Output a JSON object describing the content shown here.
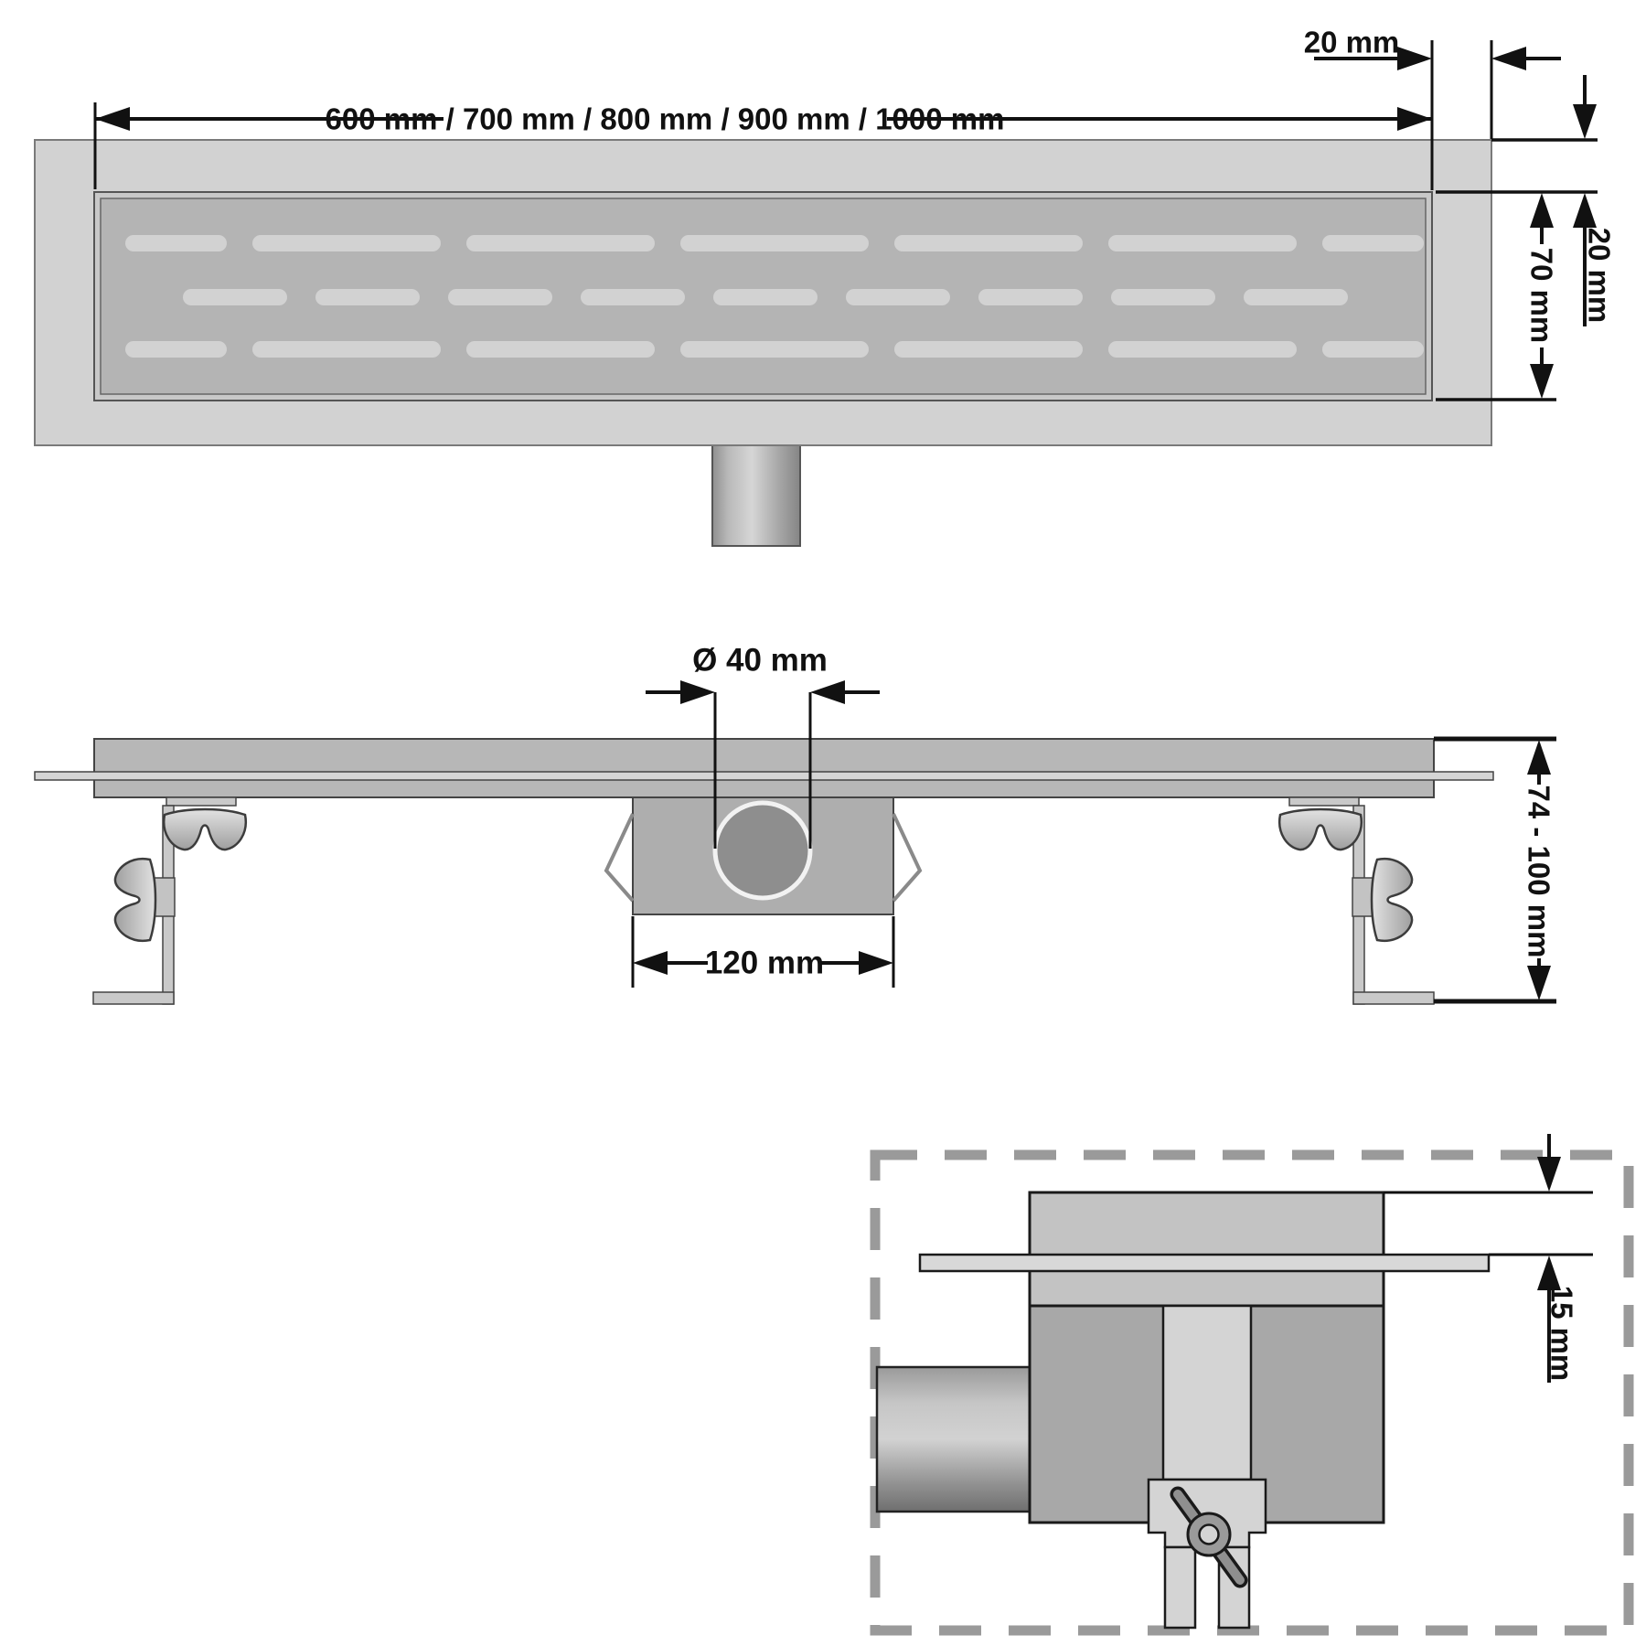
{
  "labels": {
    "top_length": "600 mm / 700 mm / 800 mm / 900 mm / 1000 mm",
    "rim_width": "20 mm",
    "rim_top": "20 mm",
    "grate_height": "70 mm",
    "pipe_diameter": "Ø 40 mm",
    "trap_width": "120 mm",
    "install_height": "74 - 100 mm",
    "detail_offset": "15 mm"
  },
  "colors": {
    "rim_gray": "#d2d2d2",
    "grate_gray": "#b4b4b4",
    "slot_gray": "#d2d2d2",
    "body_gray": "#b7b7b7",
    "box_gray": "#aeaeae",
    "detail_body_gray": "#a8a8a8",
    "dashed_border_gray": "#9a9a9a",
    "dimension_black": "#111111"
  }
}
